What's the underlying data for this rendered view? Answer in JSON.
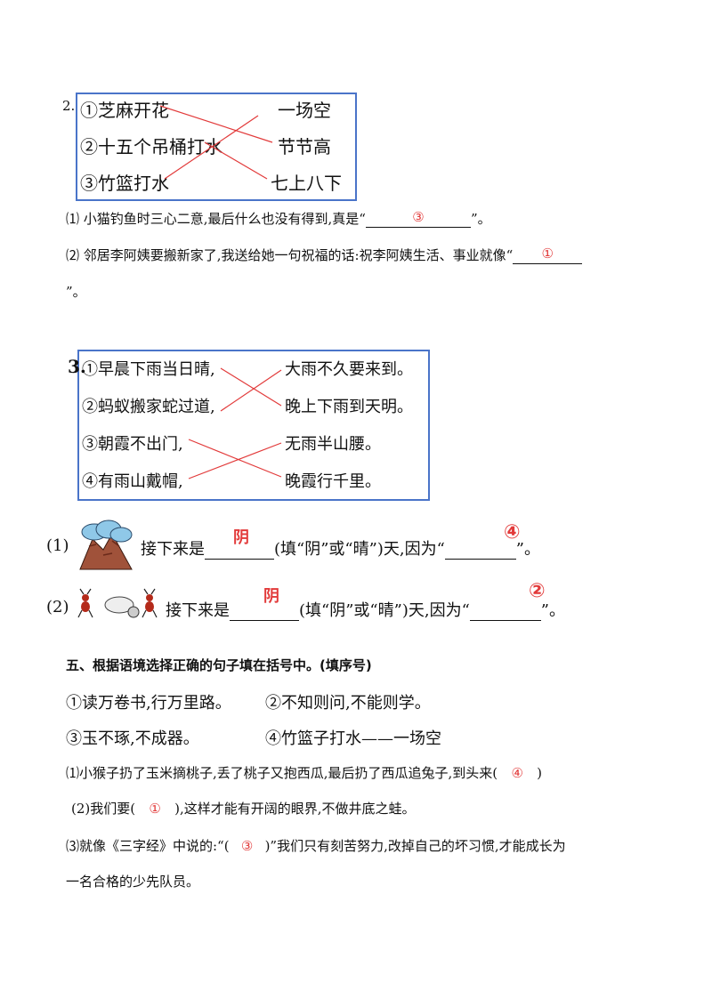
{
  "q2": {
    "number": "2.",
    "left": [
      "①芝麻开花",
      "②十五个吊桶打水",
      "③竹篮打水"
    ],
    "right": [
      "一场空",
      "节节高",
      "七上八下"
    ],
    "sub1_pre": "⑴ 小猫钓鱼时三心二意,最后什么也没有得到,真是“",
    "sub1_ans": "③",
    "sub1_post": "”。",
    "sub2_pre": "⑵ 邻居李阿姨要搬新家了,我送给她一句祝福的话:祝李阿姨生活、事业就像“",
    "sub2_ans": "①",
    "sub2_post": "”。"
  },
  "q3": {
    "number": "3.",
    "left": [
      "①早晨下雨当日晴,",
      "②蚂蚁搬家蛇过道,",
      "③朝霞不出门,",
      "④有雨山戴帽,"
    ],
    "right": [
      "大雨不久要来到。",
      "晚上下雨到天明。",
      "无雨半山腰。",
      "晚霞行千里。"
    ],
    "s1_num": "(1)",
    "s2_num": "(2)",
    "s_a": "接下来是",
    "s_b": "(填“阴”或“晴”)天,因为“",
    "s_c": "”。",
    "s1_weather": "阴",
    "s1_reason": "④",
    "s2_weather": "阴",
    "s2_reason": "②"
  },
  "q5": {
    "title": "五、根据语境选择正确的句子填在括号中。(填序号)",
    "opt1": "①读万卷书,行万里路。",
    "opt2": "②不知则问,不能则学。",
    "opt3": "③玉不琢,不成器。",
    "opt4": "④竹篮子打水——一场空",
    "s1_pre": "⑴小猴子扔了玉米摘桃子,丢了桃子又抱西瓜,最后扔了西瓜追兔子,到头来(",
    "s1_ans": "④",
    "s1_post": ")",
    "s2_pre": "(2)我们要(",
    "s2_ans": "①",
    "s2_post": "),这样才能有开阔的眼界,不做井底之蛙。",
    "s3_pre": "⑶就像《三字经》中说的:“(",
    "s3_ans": "③",
    "s3_post": ")”我们只有刻苦努力,改掉自己的坏习惯,才能成长为",
    "s3_line2": "一名合格的少先队员。"
  }
}
